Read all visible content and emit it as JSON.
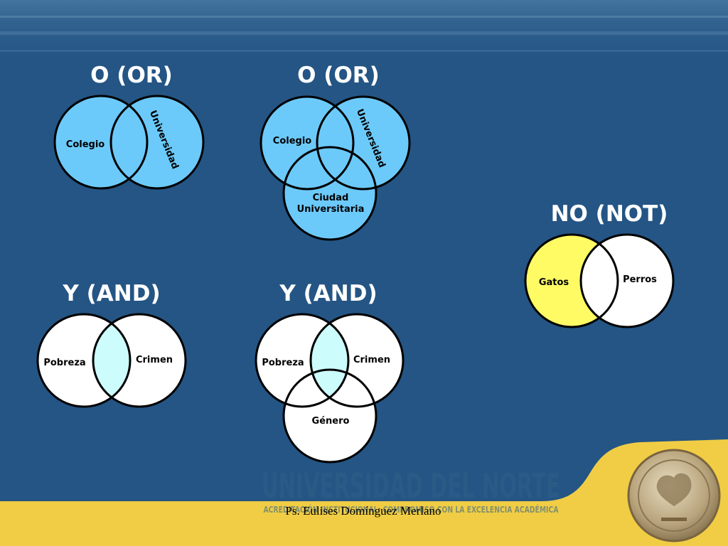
{
  "headings": {
    "or_two": "O (OR)",
    "or_three": "O (OR)",
    "not": "NO (NOT)",
    "and_two": "Y (AND)",
    "and_three": "Y (AND)"
  },
  "or_two": {
    "left": "Colegio",
    "right": "Universidad"
  },
  "or_three": {
    "left": "Colegio",
    "right": "Universidad",
    "bottom_line1": "Ciudad",
    "bottom_line2": "Universitaria"
  },
  "not": {
    "left": "Gatos",
    "right": "Perros"
  },
  "and_two": {
    "left": "Pobreza",
    "right": "Crimen"
  },
  "and_three": {
    "left": "Pobreza",
    "right": "Crimen",
    "bottom": "Género"
  },
  "footer": {
    "author": "Ps. Eulises Domínguez Merlano",
    "watermark_title": "UNIVERSIDAD DEL NORTE",
    "watermark_sub": "ACREDITACIÓN INSTITUCIONAL: COMPROMISO CON LA EXCELENCIA ACADÉMICA"
  },
  "colors": {
    "background": "#245584",
    "or_fill": "#6ccafa",
    "and_overlap": "#ccfcfc",
    "not_fill": "#fffb64",
    "footer": "#f0cd45"
  }
}
